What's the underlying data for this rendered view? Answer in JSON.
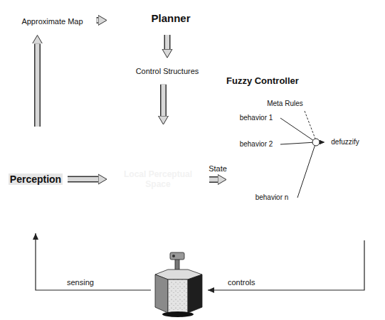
{
  "diagram": {
    "nodes": [
      {
        "text": [
          "Approximate Map"
        ]
      },
      {
        "text": [
          "Planner"
        ]
      },
      {
        "text": [
          "Control Structures"
        ]
      },
      {
        "text": [
          "Perception"
        ]
      },
      {
        "text": [
          "Local Perceptual Space"
        ]
      },
      {
        "text": [
          "Fuzzy Controller"
        ]
      },
      {
        "text": [
          "Meta Rules"
        ],
        "in": 5
      },
      {
        "text": [
          "behavior 1"
        ],
        "in": 5
      },
      {
        "text": [
          "behavior 2"
        ],
        "in": 5
      },
      {
        "text": [
          "behavior n"
        ],
        "in": 5
      },
      {
        "text": [
          "defuzzify"
        ],
        "in": 5
      }
    ],
    "edges": [
      {
        "from": 0,
        "to": 1,
        "arrow": "to"
      },
      {
        "from": 3,
        "to": 0,
        "arrow": "to"
      },
      {
        "from": 1,
        "to": 2,
        "arrow": "to"
      },
      {
        "from": 2,
        "to": 4,
        "arrow": "to"
      },
      {
        "from": 3,
        "to": 4,
        "arrow": "to"
      },
      {
        "from": 4,
        "to": 5,
        "label": "State",
        "arrow": "to"
      },
      {
        "from": 7,
        "to": 10,
        "arrow": "to"
      },
      {
        "from": 8,
        "to": 10,
        "arrow": "to"
      },
      {
        "from": 9,
        "to": 10,
        "arrow": "to"
      }
    ],
    "labels": [
      "sensing",
      "controls"
    ]
  }
}
